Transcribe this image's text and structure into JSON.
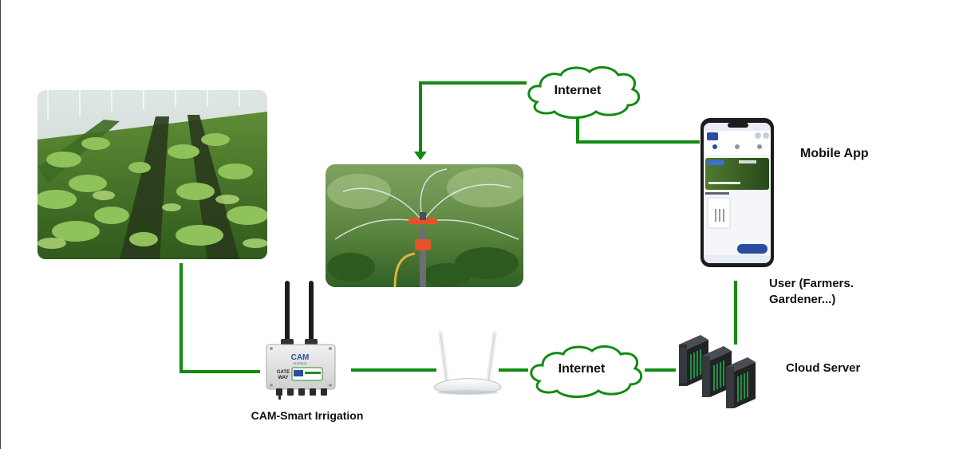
{
  "labels": {
    "internet_top": "Internet",
    "internet_bottom": "Internet",
    "mobile_app": "Mobile App",
    "user_line1": "User (Farmers.",
    "user_line2": "Gardener...)",
    "cloud_server": "Cloud Server",
    "gateway": "CAM-Smart Irrigation"
  },
  "gateway_device": {
    "logo": "CAM",
    "sub": "SCIENCE",
    "gate": "GATE",
    "way": "WAY"
  },
  "colors": {
    "connector": "#138a13",
    "cloud_fill": "#ffffff",
    "device_body": "#e4e4e4",
    "server_body": "#2d2f33",
    "server_light": "#1fb84a"
  }
}
